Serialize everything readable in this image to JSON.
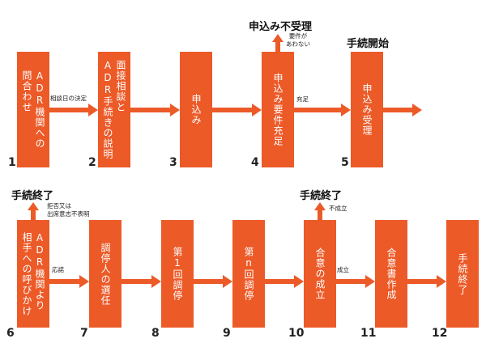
{
  "row1": {
    "boxes": [
      {
        "num": "1",
        "text": "ADR機関への\n問合わせ"
      },
      {
        "num": "2",
        "text": "面接相談と\nADR手続きの説明"
      },
      {
        "num": "3",
        "text": "申込み"
      },
      {
        "num": "4",
        "text": "申込み要件充足"
      },
      {
        "num": "5",
        "text": "申込み受理"
      }
    ],
    "arrow_labels": {
      "a1": "相談日の決定",
      "a4": "充足"
    },
    "branch_title": "申込み不受理",
    "branch_label": "要件が\nあわない",
    "start_title": "手続開始"
  },
  "row2": {
    "boxes": [
      {
        "num": "6",
        "text": "ADR機関より\n相手への呼びかけ"
      },
      {
        "num": "7",
        "text": "調停人の選任"
      },
      {
        "num": "8",
        "text": "第1回調停"
      },
      {
        "num": "9",
        "text": "第n回調停"
      },
      {
        "num": "10",
        "text": "合意の成立"
      },
      {
        "num": "11",
        "text": "合意書作成"
      },
      {
        "num": "12",
        "text": "手続終了"
      }
    ],
    "arrow_labels": {
      "a6": "応諾",
      "a10": "成立"
    },
    "end1_title": "手続終了",
    "end1_label": "拒否又は\n出席意志不表明",
    "end2_title": "手続終了",
    "end2_label": "不成立"
  },
  "colors": {
    "box": "#ec5a28",
    "arrow": "#ec5a28"
  }
}
